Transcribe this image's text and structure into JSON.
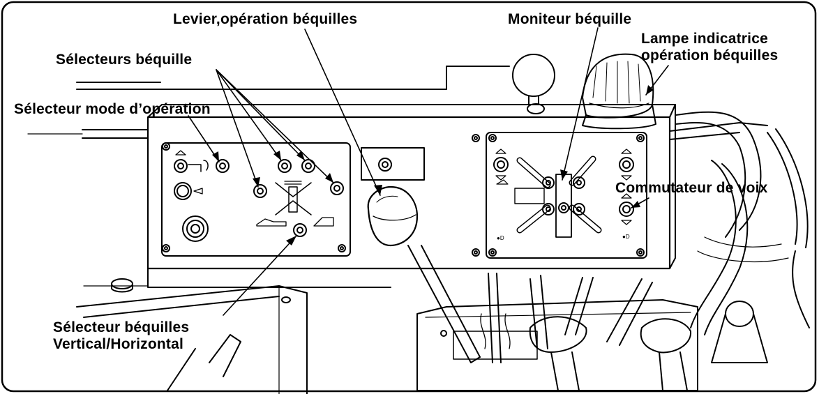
{
  "figure": {
    "labels": {
      "levier": "Levier,opération béquilles",
      "moniteur": "Moniteur béquille",
      "lampe": [
        "Lampe indicatrice",
        "opération béquilles"
      ],
      "selecteurs_bequille": "Sélecteurs béquille",
      "selecteur_mode": "Sélecteur mode d’opération",
      "commutateur_voix": "Commutateur de voix",
      "selecteur_vh": [
        "Sélecteur béquilles",
        "Vertical/Horizontal"
      ]
    },
    "colors": {
      "line": "#000000",
      "background": "#ffffff"
    }
  }
}
